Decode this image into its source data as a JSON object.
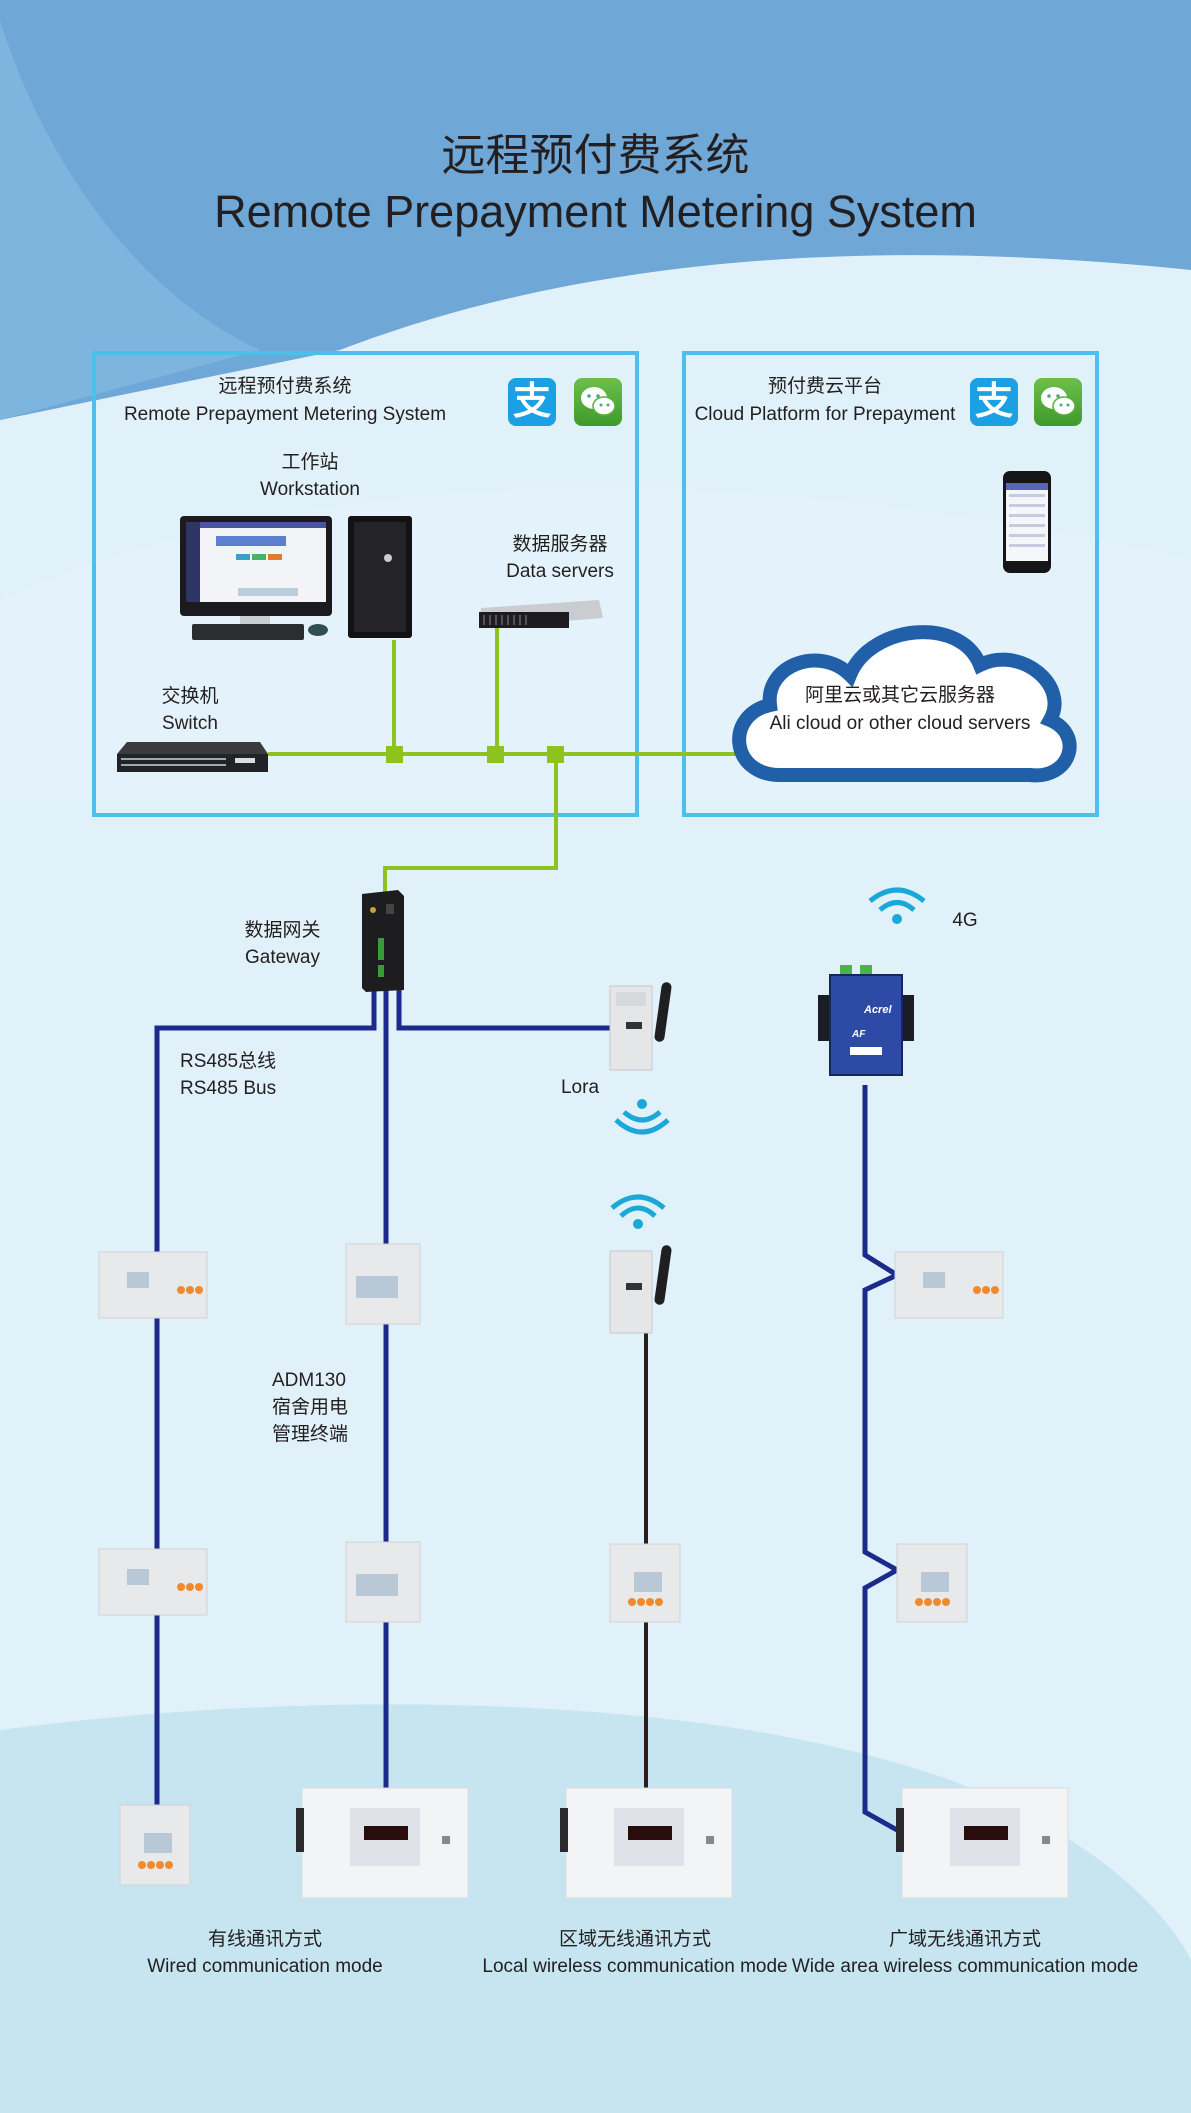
{
  "title": {
    "cn": "远程预付费系统",
    "en": "Remote Prepayment Metering System"
  },
  "colors": {
    "frame": "#4cbfea",
    "ethernet_line": "#8dc21f",
    "rs485_line": "#1c2a8c",
    "lora_line": "#2b1d17",
    "wifi_icon": "#1ba8d8",
    "cloud_border": "#2160a8",
    "header_bg": "#6fa7d6"
  },
  "local_system": {
    "heading_cn": "远程预付费系统",
    "heading_en": "Remote Prepayment Metering System",
    "payment_icons": [
      "alipay-icon",
      "wechat-icon"
    ],
    "alipay_glyph": "支",
    "workstation": {
      "cn": "工作站",
      "en": "Workstation"
    },
    "data_servers": {
      "cn": "数据服务器",
      "en": "Data servers"
    },
    "switch": {
      "cn": "交换机",
      "en": "Switch"
    }
  },
  "cloud_platform": {
    "heading_cn": "预付费云平台",
    "heading_en": "Cloud Platform for Prepayment",
    "payment_icons": [
      "alipay-icon",
      "wechat-icon"
    ],
    "alipay_glyph": "支",
    "cloud": {
      "cn": "阿里云或其它云服务器",
      "en": "Ali cloud or other cloud servers"
    }
  },
  "gateway": {
    "cn": "数据网关",
    "en": "Gateway"
  },
  "rs485": {
    "cn": "RS485总线",
    "en": "RS485 Bus"
  },
  "lora": {
    "label": "Lora"
  },
  "four_g": {
    "label": "4G",
    "device_brand": "Acrel",
    "device_model": "AF"
  },
  "adm130": {
    "line1": "ADM130",
    "line2": "宿舍用电",
    "line3": "管理终端"
  },
  "modes": [
    {
      "cn": "有线通讯方式",
      "en": "Wired communication mode"
    },
    {
      "cn": "区域无线通讯方式",
      "en": "Local wireless communication mode"
    },
    {
      "cn": "广域无线通讯方式",
      "en": "Wide area wireless communication mode"
    }
  ]
}
